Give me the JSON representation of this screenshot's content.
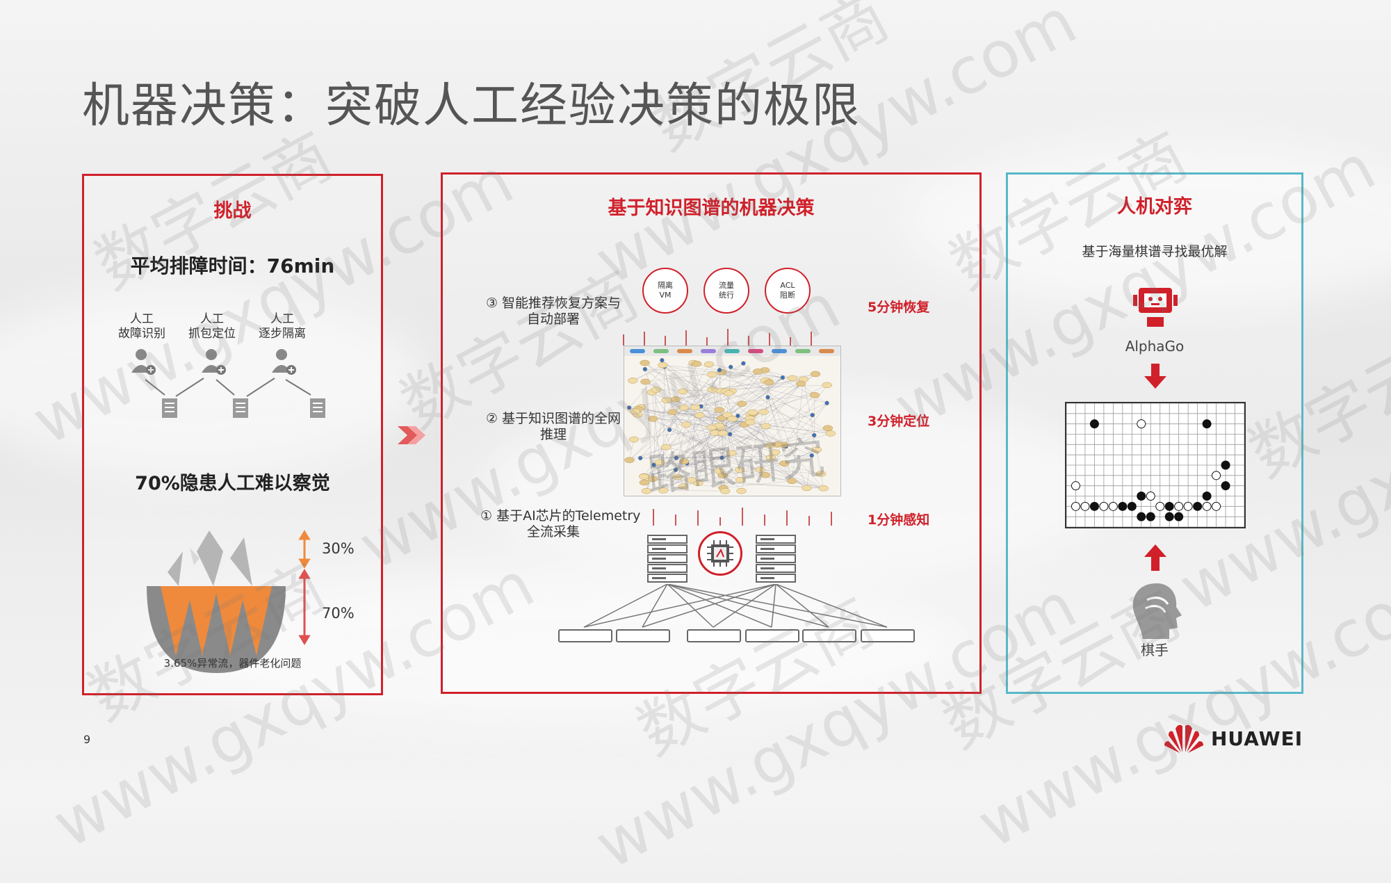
{
  "title": "机器决策：突破人工经验决策的极限",
  "page_number": "9",
  "brand": {
    "name": "HUAWEI",
    "color": "#d0202a"
  },
  "watermark": {
    "text_cn": "数字云商",
    "text_url": "www.gxqyw.com",
    "text_mid": "路眼研究"
  },
  "left_panel": {
    "heading": "挑战",
    "avg_time_label": "平均排障时间：76min",
    "steps": [
      {
        "line1": "人工",
        "line2": "故障识别"
      },
      {
        "line1": "人工",
        "line2": "抓包定位"
      },
      {
        "line1": "人工",
        "line2": "逐步隔离"
      }
    ],
    "hidden_label": "70%隐患人工难以察觉",
    "pct_top": "30%",
    "pct_bottom": "70%",
    "footnote": "3.65%异常流，器件老化问题"
  },
  "middle_panel": {
    "heading": "基于知识图谱的机器决策",
    "step3": {
      "line1": "③ 智能推荐恢复方案与",
      "line2": "自动部署",
      "time": "5分钟恢复"
    },
    "step2": {
      "line1": "② 基于知识图谱的全网",
      "line2": "推理",
      "time": "3分钟定位"
    },
    "step1": {
      "line1": "① 基于AI芯片的Telemetry",
      "line2": "全流采集",
      "time": "1分钟感知"
    },
    "actions": [
      {
        "line1": "隔离",
        "line2": "VM"
      },
      {
        "line1": "流量",
        "line2": "统行"
      },
      {
        "line1": "ACL",
        "line2": "阻断"
      }
    ]
  },
  "right_panel": {
    "heading": "人机对弈",
    "subtitle": "基于海量棋谱寻找最优解",
    "robot_label": "AlphaGo",
    "player_label": "棋手"
  }
}
